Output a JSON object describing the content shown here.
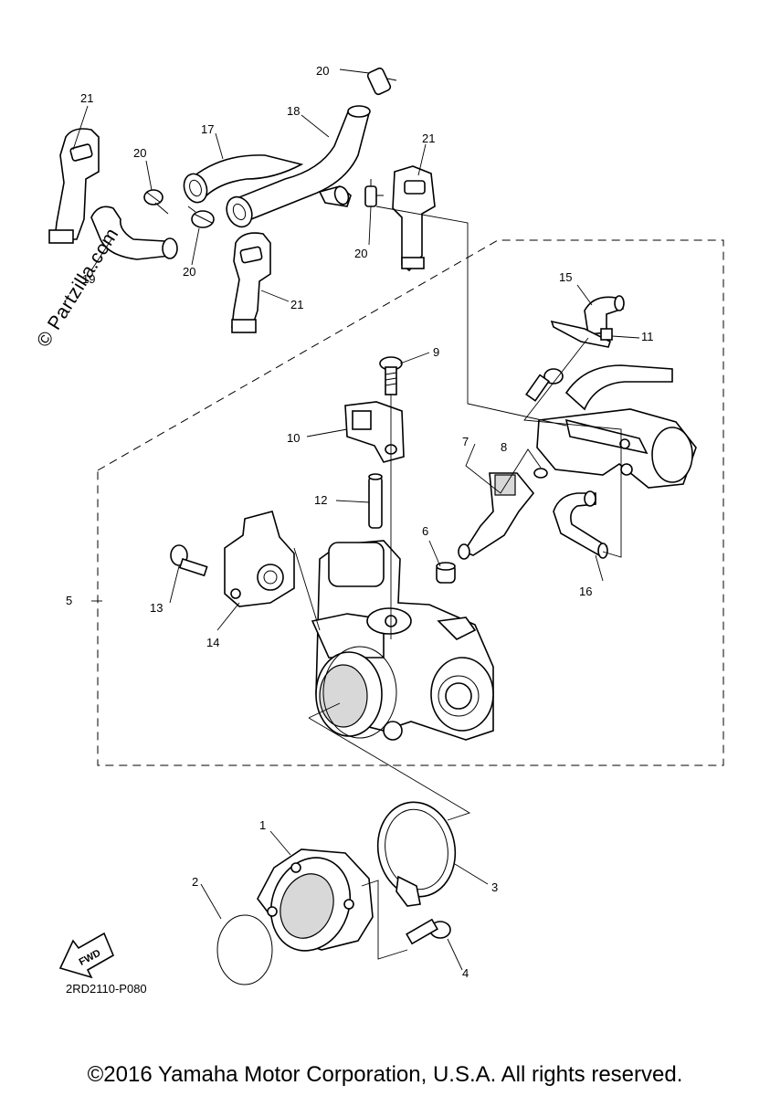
{
  "watermark": "© Partzilla.com",
  "drawing_code": "2RD2110-P080",
  "copyright": "©2016 Yamaha Motor Corporation, U.S.A. All rights reserved.",
  "fwd_label": "FWD",
  "callouts": [
    {
      "id": "c1",
      "label": "1"
    },
    {
      "id": "c2",
      "label": "2"
    },
    {
      "id": "c3",
      "label": "3"
    },
    {
      "id": "c4",
      "label": "4"
    },
    {
      "id": "c5",
      "label": "5"
    },
    {
      "id": "c6",
      "label": "6"
    },
    {
      "id": "c7",
      "label": "7"
    },
    {
      "id": "c8",
      "label": "8"
    },
    {
      "id": "c9",
      "label": "9"
    },
    {
      "id": "c10",
      "label": "10"
    },
    {
      "id": "c11",
      "label": "11"
    },
    {
      "id": "c12",
      "label": "12"
    },
    {
      "id": "c13",
      "label": "13"
    },
    {
      "id": "c14",
      "label": "14"
    },
    {
      "id": "c15",
      "label": "15"
    },
    {
      "id": "c16",
      "label": "16"
    },
    {
      "id": "c17",
      "label": "17"
    },
    {
      "id": "c18",
      "label": "18"
    },
    {
      "id": "c19",
      "label": "19"
    },
    {
      "id": "c20a",
      "label": "20"
    },
    {
      "id": "c20b",
      "label": "20"
    },
    {
      "id": "c20c",
      "label": "20"
    },
    {
      "id": "c20d",
      "label": "20"
    },
    {
      "id": "c21a",
      "label": "21"
    },
    {
      "id": "c21b",
      "label": "21"
    },
    {
      "id": "c21c",
      "label": "21"
    }
  ]
}
